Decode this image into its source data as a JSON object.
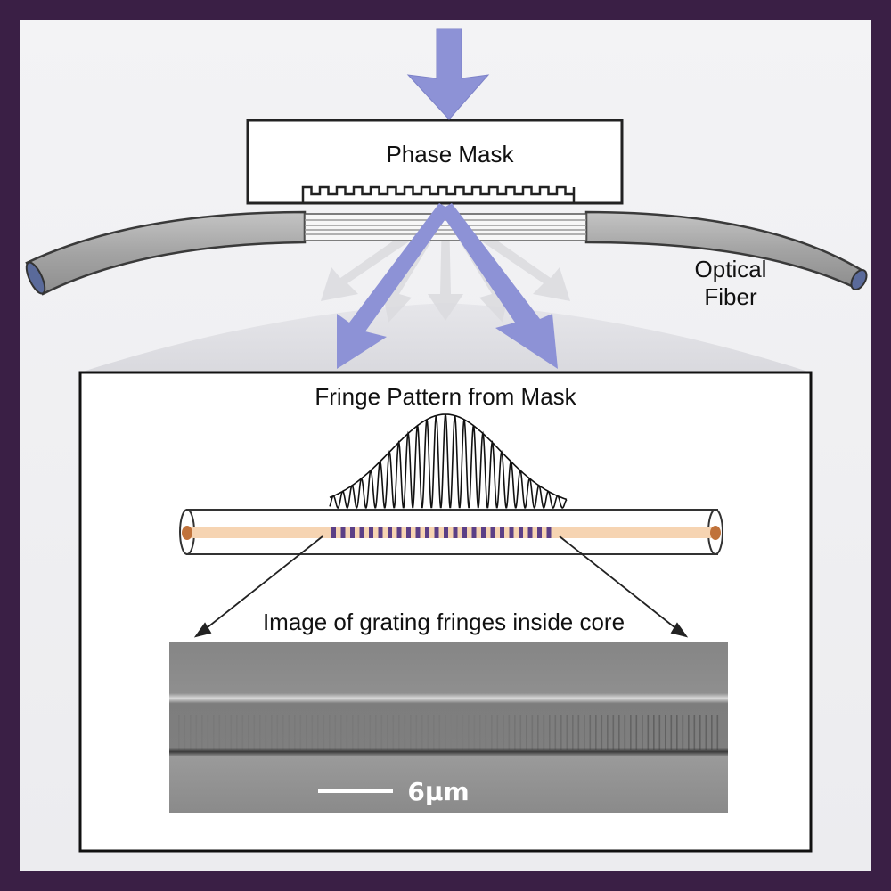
{
  "labels": {
    "phase_mask": "Phase Mask",
    "optical_line1": "Optical",
    "optical_line2": "Fiber",
    "fringe_title": "Fringe Pattern from Mask",
    "image_caption": "Image of grating fringes inside core",
    "scale_bar": "6μm"
  },
  "colors": {
    "frame": "#3a1f45",
    "beam": "#8d92d6",
    "fiber_gray": "#a7a7a7",
    "core": "#f6d4b2",
    "grating": "#6a4a8a"
  }
}
